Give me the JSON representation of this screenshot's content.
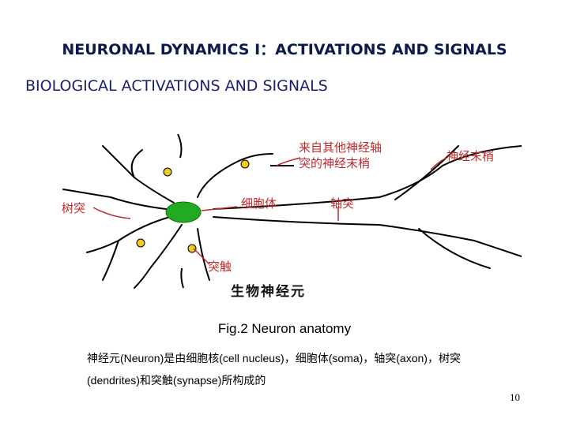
{
  "slide": {
    "title": "NEURONAL DYNAMICS Ⅰ：ACTIVATIONS AND SIGNALS",
    "subtitle": "BIOLOGICAL ACTIVATIONS AND SIGNALS",
    "caption": "Fig.2  Neuron anatomy",
    "description": "神经元(Neuron)是由细胞核(cell nucleus)，细胞体(soma)，轴突(axon)，树突(dendrites)和突触(synapse)所构成的",
    "page_number": "10"
  },
  "diagram": {
    "label_incoming_line1": "来自其他神经轴",
    "label_incoming_line2": "突的神经末梢",
    "label_terminal": "神经末梢",
    "label_dendrite": "树突",
    "label_soma": "细胞体",
    "label_axon": "轴突",
    "label_synapse": "突触",
    "label_neuron": "生物神经元",
    "colors": {
      "nucleus": "#22aa22",
      "synapse": "#eecc22",
      "label": "#c0282a",
      "line": "#000000"
    }
  }
}
